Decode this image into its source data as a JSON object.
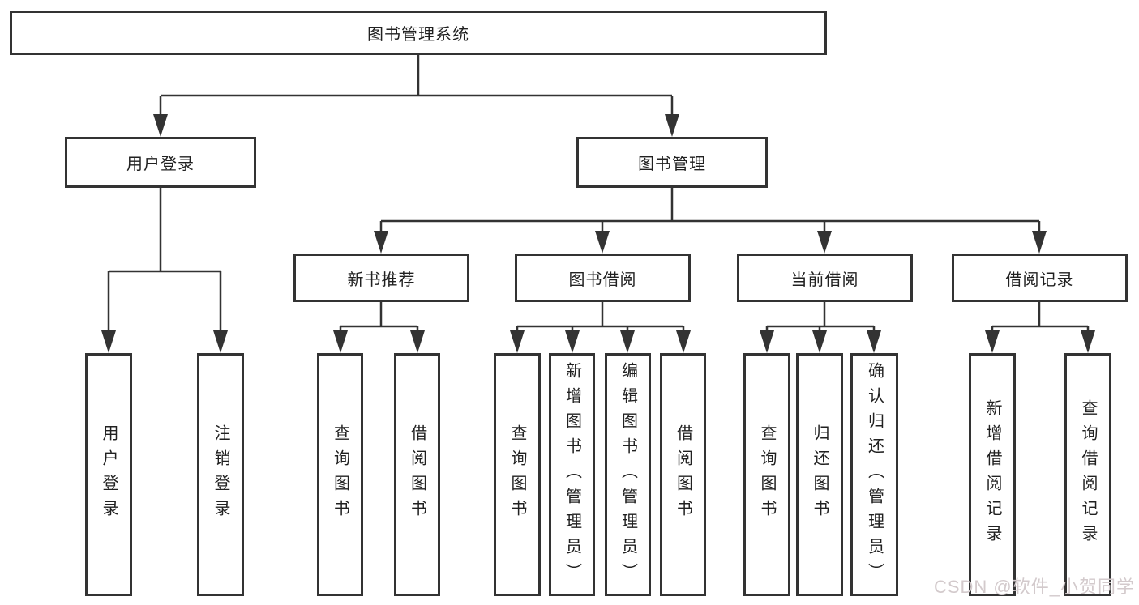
{
  "diagram": {
    "type": "hierarchy-tree",
    "root": {
      "label": "图书管理系统",
      "children": [
        {
          "label": "用户登录",
          "children": [
            {
              "label": "用户登录"
            },
            {
              "label": "注销登录"
            }
          ]
        },
        {
          "label": "图书管理",
          "children": [
            {
              "label": "新书推荐",
              "children": [
                {
                  "label": "查询图书"
                },
                {
                  "label": "借阅图书"
                }
              ]
            },
            {
              "label": "图书借阅",
              "children": [
                {
                  "label": "查询图书"
                },
                {
                  "label": "新增图书（管理员）"
                },
                {
                  "label": "编辑图书（管理员）"
                },
                {
                  "label": "借阅图书"
                }
              ]
            },
            {
              "label": "当前借阅",
              "children": [
                {
                  "label": "查询图书"
                },
                {
                  "label": "归还图书"
                },
                {
                  "label": "确认归还（管理员）"
                }
              ]
            },
            {
              "label": "借阅记录",
              "children": [
                {
                  "label": "新增借阅记录"
                },
                {
                  "label": "查询借阅记录"
                }
              ]
            }
          ]
        }
      ]
    }
  },
  "style": {
    "line_color": "#333333",
    "box_border_color": "#333333",
    "box_background": "#ffffff",
    "text_color": "#212121",
    "watermark_color": "#d3cacc"
  },
  "watermark": {
    "text": "CSDN @软件_小贺同学"
  }
}
